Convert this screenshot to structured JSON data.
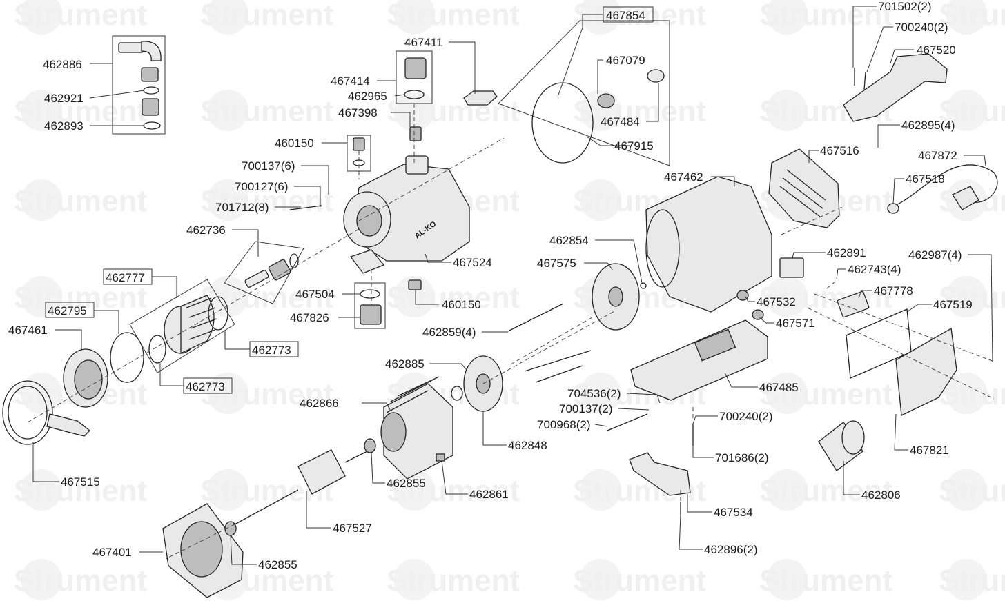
{
  "watermark": {
    "text": "Strument"
  },
  "callouts": [
    {
      "id": "c01",
      "label": "462886",
      "boxed": false
    },
    {
      "id": "c02",
      "label": "462921",
      "boxed": false
    },
    {
      "id": "c03",
      "label": "462893",
      "boxed": false
    },
    {
      "id": "c04",
      "label": "467411",
      "boxed": false
    },
    {
      "id": "c05",
      "label": "467414",
      "boxed": false
    },
    {
      "id": "c06",
      "label": "462965",
      "boxed": false
    },
    {
      "id": "c07",
      "label": "467398",
      "boxed": false
    },
    {
      "id": "c08",
      "label": "460150",
      "boxed": false
    },
    {
      "id": "c09",
      "label": "700137(6)",
      "boxed": false
    },
    {
      "id": "c10",
      "label": "700127(6)",
      "boxed": false
    },
    {
      "id": "c11",
      "label": "701712(8)",
      "boxed": false
    },
    {
      "id": "c12",
      "label": "462736",
      "boxed": false
    },
    {
      "id": "c13",
      "label": "462777",
      "boxed": true
    },
    {
      "id": "c14",
      "label": "462795",
      "boxed": true
    },
    {
      "id": "c15",
      "label": "467461",
      "boxed": false
    },
    {
      "id": "c16",
      "label": "462773",
      "boxed": true
    },
    {
      "id": "c17",
      "label": "462773",
      "boxed": true
    },
    {
      "id": "c18",
      "label": "467515",
      "boxed": false
    },
    {
      "id": "c19",
      "label": "467524",
      "boxed": false
    },
    {
      "id": "c20",
      "label": "467504",
      "boxed": false
    },
    {
      "id": "c21",
      "label": "467826",
      "boxed": false
    },
    {
      "id": "c22",
      "label": "460150",
      "boxed": false
    },
    {
      "id": "c23",
      "label": "467854",
      "boxed": true
    },
    {
      "id": "c24",
      "label": "467079",
      "boxed": false
    },
    {
      "id": "c25",
      "label": "467484",
      "boxed": false
    },
    {
      "id": "c26",
      "label": "467915",
      "boxed": false
    },
    {
      "id": "c27",
      "label": "701502(2)",
      "boxed": false
    },
    {
      "id": "c28",
      "label": "700240(2)",
      "boxed": false
    },
    {
      "id": "c29",
      "label": "467520",
      "boxed": false
    },
    {
      "id": "c30",
      "label": "462895(4)",
      "boxed": false
    },
    {
      "id": "c31",
      "label": "467516",
      "boxed": false
    },
    {
      "id": "c32",
      "label": "467872",
      "boxed": false
    },
    {
      "id": "c33",
      "label": "467462",
      "boxed": false
    },
    {
      "id": "c34",
      "label": "467518",
      "boxed": false
    },
    {
      "id": "c35",
      "label": "462854",
      "boxed": false
    },
    {
      "id": "c36",
      "label": "467575",
      "boxed": false
    },
    {
      "id": "c37",
      "label": "462891",
      "boxed": false
    },
    {
      "id": "c38",
      "label": "462743(4)",
      "boxed": false
    },
    {
      "id": "c39",
      "label": "462987(4)",
      "boxed": false
    },
    {
      "id": "c40",
      "label": "467778",
      "boxed": false
    },
    {
      "id": "c41",
      "label": "467532",
      "boxed": false
    },
    {
      "id": "c42",
      "label": "467519",
      "boxed": false
    },
    {
      "id": "c43",
      "label": "467571",
      "boxed": false
    },
    {
      "id": "c44",
      "label": "462859(4)",
      "boxed": false
    },
    {
      "id": "c45",
      "label": "462885",
      "boxed": false
    },
    {
      "id": "c46",
      "label": "467485",
      "boxed": false
    },
    {
      "id": "c47",
      "label": "704536(2)",
      "boxed": false
    },
    {
      "id": "c48",
      "label": "700137(2)",
      "boxed": false
    },
    {
      "id": "c49",
      "label": "700968(2)",
      "boxed": false
    },
    {
      "id": "c50",
      "label": "700240(2)",
      "boxed": false
    },
    {
      "id": "c51",
      "label": "462866",
      "boxed": false
    },
    {
      "id": "c52",
      "label": "462848",
      "boxed": false
    },
    {
      "id": "c53",
      "label": "467821",
      "boxed": false
    },
    {
      "id": "c54",
      "label": "701686(2)",
      "boxed": false
    },
    {
      "id": "c55",
      "label": "462855",
      "boxed": false
    },
    {
      "id": "c56",
      "label": "462861",
      "boxed": false
    },
    {
      "id": "c57",
      "label": "462806",
      "boxed": false
    },
    {
      "id": "c58",
      "label": "467527",
      "boxed": false
    },
    {
      "id": "c59",
      "label": "467534",
      "boxed": false
    },
    {
      "id": "c60",
      "label": "467401",
      "boxed": false
    },
    {
      "id": "c61",
      "label": "462855",
      "boxed": false
    },
    {
      "id": "c62",
      "label": "462896(2)",
      "boxed": false
    }
  ]
}
